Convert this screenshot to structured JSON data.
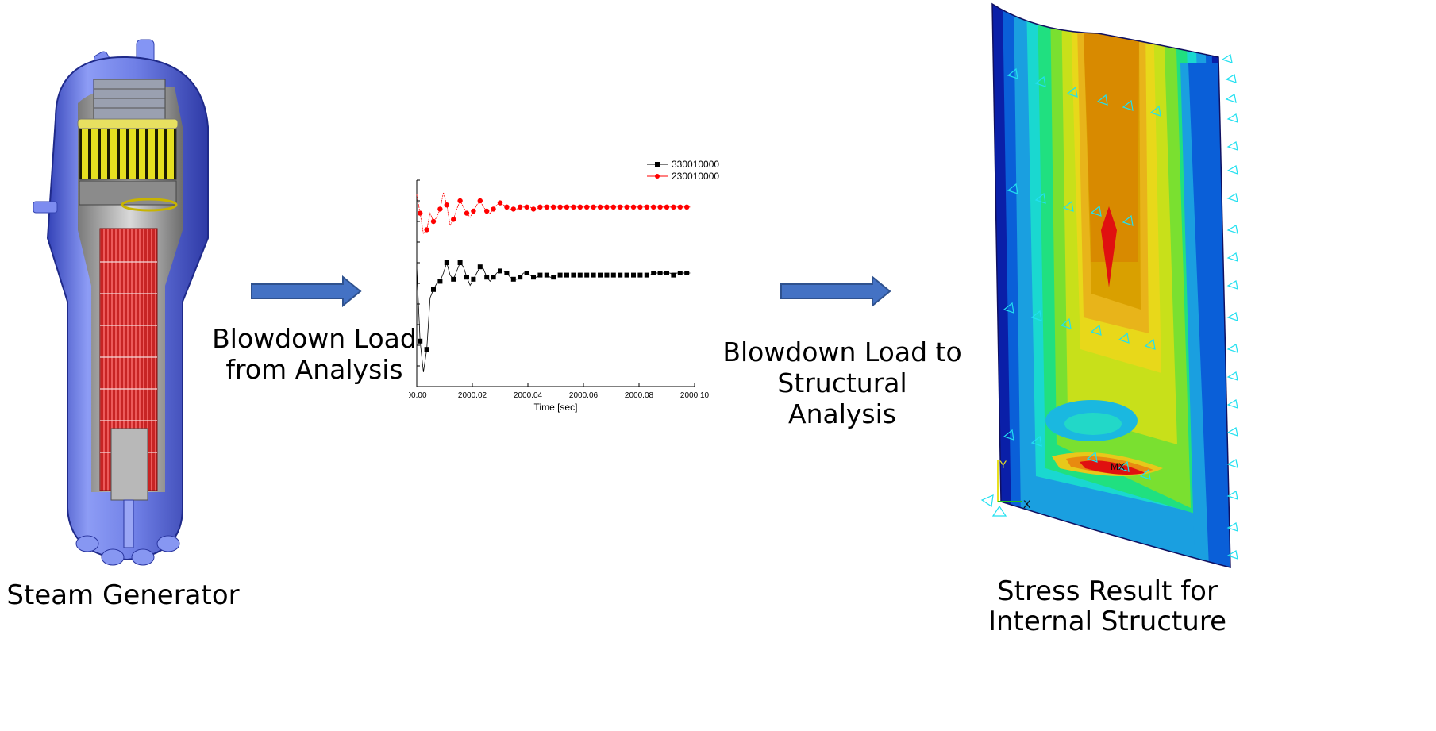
{
  "captions": {
    "steam_generator": "Steam Generator",
    "stress_result_line1": "Stress Result for",
    "stress_result_line2": "Internal Structure"
  },
  "flow_labels": {
    "left_line1": "Blowdown Load",
    "left_line2": "from Analysis",
    "right_line1": "Blowdown Load to",
    "right_line2": "Structural",
    "right_line3": "Analysis"
  },
  "fea_axis_letters": {
    "y": "Y",
    "x": "X",
    "mx_marker": "MX"
  },
  "colors": {
    "arrow_fill": "#4472C4",
    "arrow_stroke": "#2F528F",
    "series_red": "#FF0000",
    "series_black": "#000000",
    "vessel_blue": "#6F7FE6",
    "tube_red": "#D22A2A",
    "separator_yellow": "#E6E020"
  },
  "chart_data": {
    "type": "line",
    "xlabel": "Time [sec]",
    "xlim": [
      2000.0,
      2000.1
    ],
    "x_ticks": [
      "00.00",
      "2000.02",
      "2000.04",
      "2000.06",
      "2000.08",
      "2000.10"
    ],
    "ylim": [
      0,
      1
    ],
    "y_ticks_labeled": false,
    "legend_position": "top-right",
    "series": [
      {
        "name": "330010000",
        "color": "#000000",
        "marker": "square",
        "x": [
          2000.0,
          2000.0012,
          2000.0024,
          2000.0036,
          2000.0048,
          2000.006,
          2000.0072,
          2000.0084,
          2000.0096,
          2000.0108,
          2000.012,
          2000.0132,
          2000.0144,
          2000.0156,
          2000.0168,
          2000.018,
          2000.0192,
          2000.0204,
          2000.0216,
          2000.0228,
          2000.024,
          2000.0252,
          2000.0264,
          2000.0276,
          2000.0288,
          2000.03,
          2000.0312,
          2000.0324,
          2000.0336,
          2000.0348,
          2000.036,
          2000.0372,
          2000.0384,
          2000.0396,
          2000.0408,
          2000.042,
          2000.0432,
          2000.0444,
          2000.0456,
          2000.0468,
          2000.048,
          2000.0492,
          2000.0504,
          2000.0516,
          2000.0528,
          2000.054,
          2000.0552,
          2000.0564,
          2000.0576,
          2000.0588,
          2000.06,
          2000.0612,
          2000.0624,
          2000.0636,
          2000.0648,
          2000.066,
          2000.0672,
          2000.0684,
          2000.0696,
          2000.0708,
          2000.072,
          2000.0732,
          2000.0744,
          2000.0756,
          2000.0768,
          2000.078,
          2000.0792,
          2000.0804,
          2000.0816,
          2000.0828,
          2000.084,
          2000.0852,
          2000.0864,
          2000.0876,
          2000.0888,
          2000.09,
          2000.0912,
          2000.0924,
          2000.0936,
          2000.0948,
          2000.096,
          2000.0972,
          2000.0984
        ],
        "values": [
          0.58,
          0.22,
          0.07,
          0.18,
          0.43,
          0.47,
          0.5,
          0.51,
          0.55,
          0.6,
          0.54,
          0.52,
          0.56,
          0.6,
          0.58,
          0.53,
          0.49,
          0.52,
          0.55,
          0.58,
          0.57,
          0.53,
          0.51,
          0.53,
          0.55,
          0.56,
          0.56,
          0.55,
          0.53,
          0.52,
          0.52,
          0.53,
          0.55,
          0.55,
          0.54,
          0.53,
          0.53,
          0.54,
          0.54,
          0.54,
          0.53,
          0.53,
          0.54,
          0.54,
          0.54,
          0.54,
          0.54,
          0.54,
          0.54,
          0.54,
          0.54,
          0.54,
          0.54,
          0.54,
          0.54,
          0.54,
          0.54,
          0.54,
          0.54,
          0.54,
          0.54,
          0.54,
          0.54,
          0.54,
          0.54,
          0.54,
          0.54,
          0.54,
          0.54,
          0.54,
          0.54,
          0.55,
          0.55,
          0.55,
          0.55,
          0.55,
          0.55,
          0.54,
          0.55,
          0.55,
          0.55,
          0.55,
          0.55
        ]
      },
      {
        "name": "230010000",
        "color": "#FF0000",
        "marker": "circle",
        "x": [
          2000.0,
          2000.0012,
          2000.0024,
          2000.0036,
          2000.0048,
          2000.006,
          2000.0072,
          2000.0084,
          2000.0096,
          2000.0108,
          2000.012,
          2000.0132,
          2000.0144,
          2000.0156,
          2000.0168,
          2000.018,
          2000.0192,
          2000.0204,
          2000.0216,
          2000.0228,
          2000.024,
          2000.0252,
          2000.0264,
          2000.0276,
          2000.0288,
          2000.03,
          2000.0312,
          2000.0324,
          2000.0336,
          2000.0348,
          2000.036,
          2000.0372,
          2000.0384,
          2000.0396,
          2000.0408,
          2000.042,
          2000.0432,
          2000.0444,
          2000.0456,
          2000.0468,
          2000.048,
          2000.0492,
          2000.0504,
          2000.0516,
          2000.0528,
          2000.054,
          2000.0552,
          2000.0564,
          2000.0576,
          2000.0588,
          2000.06,
          2000.0612,
          2000.0624,
          2000.0636,
          2000.0648,
          2000.066,
          2000.0672,
          2000.0684,
          2000.0696,
          2000.0708,
          2000.072,
          2000.0732,
          2000.0744,
          2000.0756,
          2000.0768,
          2000.078,
          2000.0792,
          2000.0804,
          2000.0816,
          2000.0828,
          2000.084,
          2000.0852,
          2000.0864,
          2000.0876,
          2000.0888,
          2000.09,
          2000.0912,
          2000.0924,
          2000.0936,
          2000.0948,
          2000.096,
          2000.0972,
          2000.0984
        ],
        "values": [
          0.93,
          0.84,
          0.74,
          0.76,
          0.84,
          0.8,
          0.82,
          0.86,
          0.94,
          0.88,
          0.78,
          0.81,
          0.86,
          0.9,
          0.87,
          0.84,
          0.82,
          0.85,
          0.88,
          0.9,
          0.87,
          0.85,
          0.84,
          0.86,
          0.88,
          0.89,
          0.88,
          0.87,
          0.86,
          0.86,
          0.86,
          0.87,
          0.87,
          0.87,
          0.87,
          0.86,
          0.86,
          0.87,
          0.87,
          0.87,
          0.87,
          0.87,
          0.87,
          0.87,
          0.87,
          0.87,
          0.87,
          0.87,
          0.87,
          0.87,
          0.87,
          0.87,
          0.87,
          0.87,
          0.87,
          0.87,
          0.87,
          0.87,
          0.87,
          0.87,
          0.87,
          0.87,
          0.87,
          0.87,
          0.87,
          0.87,
          0.87,
          0.87,
          0.87,
          0.87,
          0.87,
          0.87,
          0.87,
          0.87,
          0.87,
          0.87,
          0.87,
          0.87,
          0.87,
          0.87,
          0.87,
          0.87,
          0.87
        ]
      }
    ]
  }
}
